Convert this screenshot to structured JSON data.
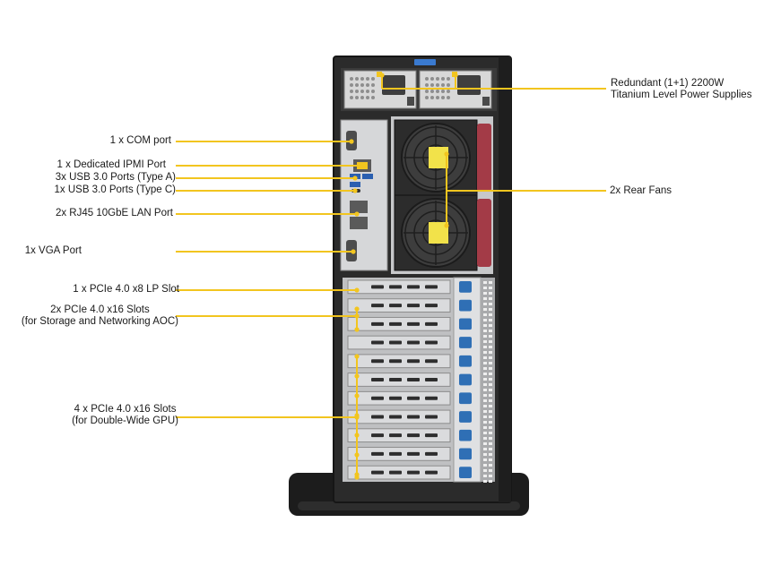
{
  "colors": {
    "leader": "#f2c51f",
    "chassis": "#2b2b2b",
    "chassis_edge": "#161616",
    "panel": "#cfd0d2",
    "fan_accent": "#f2e24a",
    "fan_handle": "#a33b47",
    "slot_latch": "#2f6fb5"
  },
  "callouts_left": [
    {
      "id": "com-port",
      "lines": [
        "1 x COM  port"
      ]
    },
    {
      "id": "ipmi-port",
      "lines": [
        "1 x Dedicated IPMI Port"
      ]
    },
    {
      "id": "usb-a",
      "lines": [
        "3x USB 3.0 Ports (Type A)"
      ]
    },
    {
      "id": "usb-c",
      "lines": [
        "1x USB 3.0 Ports (Type C)"
      ]
    },
    {
      "id": "lan-port",
      "lines": [
        "2x RJ45 10GbE LAN Port"
      ]
    },
    {
      "id": "vga-port",
      "lines": [
        "1x VGA  Port"
      ]
    },
    {
      "id": "lp-slot",
      "lines": [
        "1 x PCIe 4.0 x8 LP Slot"
      ]
    },
    {
      "id": "x16-storage",
      "lines": [
        "2x PCIe 4.0 x16 Slots",
        "(for Storage and Networking AOC)"
      ]
    },
    {
      "id": "x16-gpu",
      "lines": [
        "4 x PCIe 4.0 x16 Slots",
        "(for Double-Wide GPU)"
      ]
    }
  ],
  "callouts_right": [
    {
      "id": "power-supplies",
      "lines": [
        "Redundant (1+1) 2200W",
        "Titanium Level Power Supplies"
      ]
    },
    {
      "id": "rear-fans",
      "lines": [
        "2x Rear Fans"
      ]
    }
  ],
  "hardware": {
    "psu_count": 2,
    "fan_count": 2,
    "expansion_slot_rows": 11
  }
}
